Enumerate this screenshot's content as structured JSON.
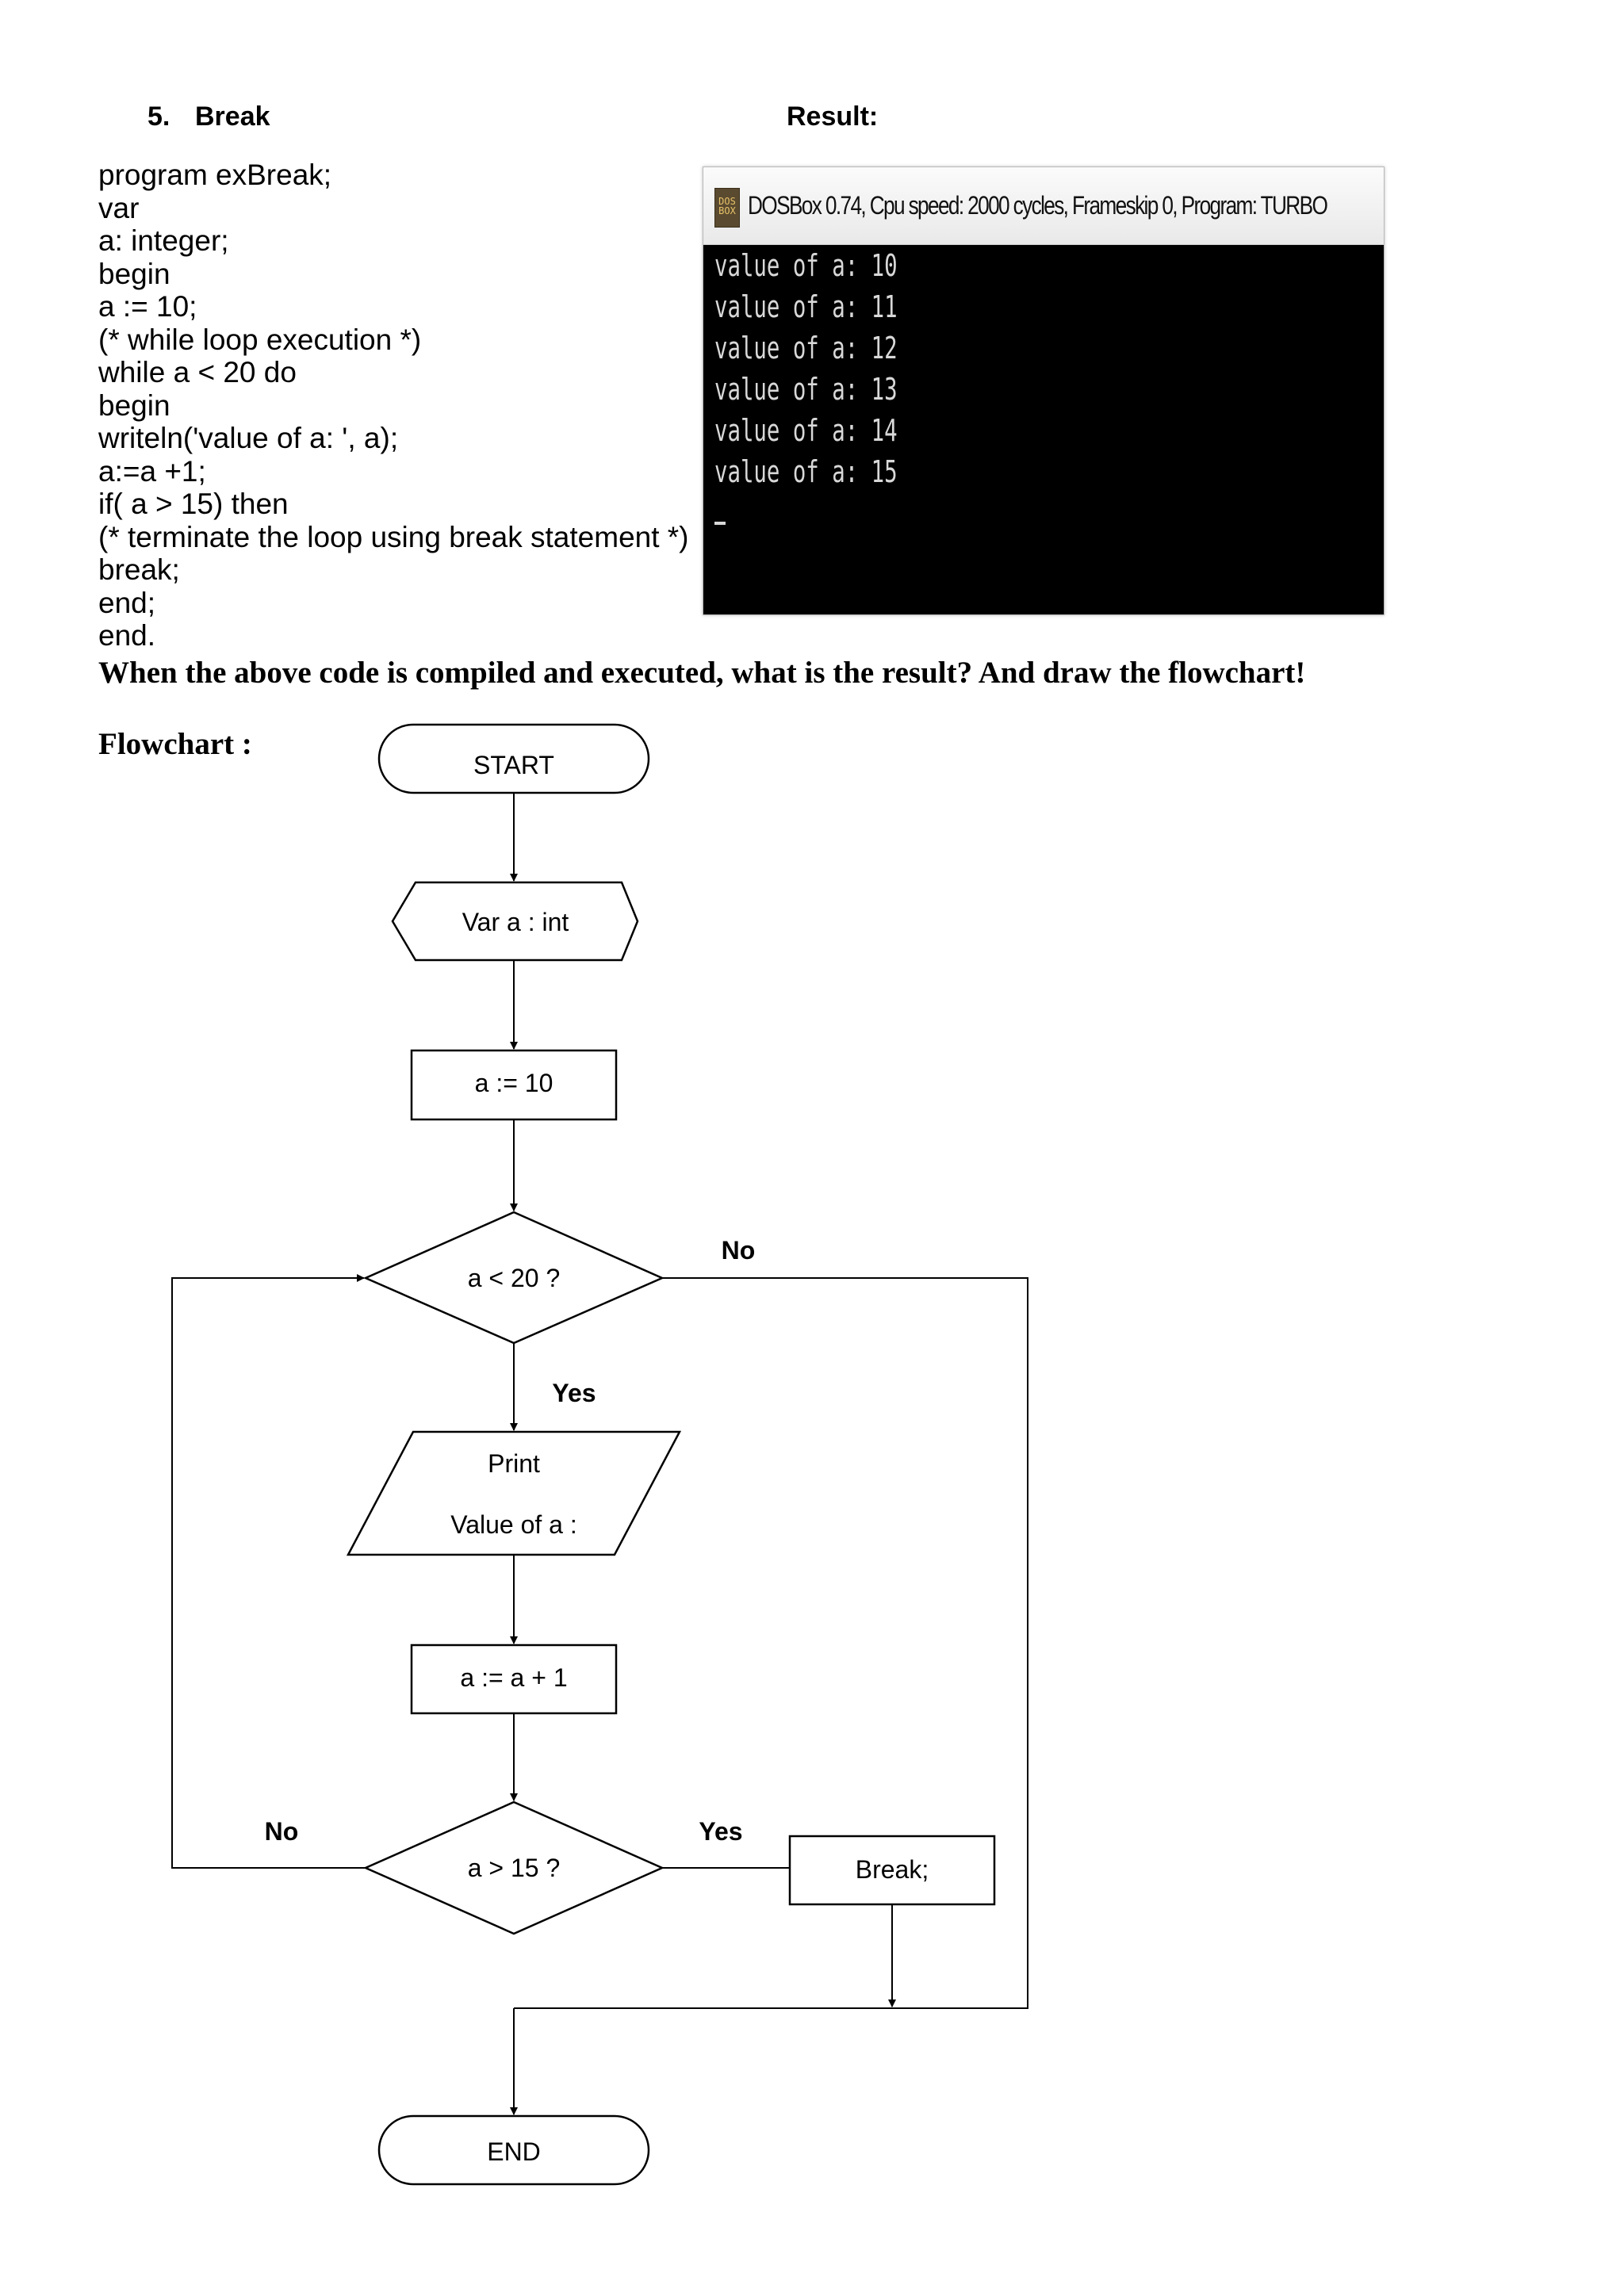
{
  "section": {
    "number": "5.",
    "title": "Break"
  },
  "result_label": "Result:",
  "code_lines": [
    "program exBreak;",
    "var",
    "a: integer;",
    "begin",
    "a := 10;",
    "(* while loop execution *)",
    "while a < 20 do",
    "begin",
    "writeln('value of a: ', a);",
    "a:=a +1;",
    "if( a > 15) then",
    "(* terminate the loop using break statement *)",
    "break;",
    "end;",
    "end."
  ],
  "dosbox": {
    "logo_text": "DOS BOX",
    "title": "DOSBox 0.74, Cpu speed:    2000 cycles, Frameskip  0, Program:   TURBO",
    "output_lines": [
      "value of a: 10",
      "value of a: 11",
      "value of a: 12",
      "value of a: 13",
      "value of a: 14",
      "value of a: 15"
    ],
    "colors": {
      "screen": "#000000",
      "text": "#d8d8d8"
    }
  },
  "question": "When the above code is compiled and executed, what is the result? And draw the flowchart!",
  "flowchart_heading": "Flowchart :",
  "flowchart": {
    "start": "START",
    "declare": "Var a : int",
    "init": "a := 10",
    "cond1": "a < 20 ?",
    "cond1_no": "No",
    "cond1_yes": "Yes",
    "print_line1": "Print",
    "print_line2": "Value of a :",
    "increment": "a := a + 1",
    "cond2": "a > 15 ?",
    "cond2_no": "No",
    "cond2_yes": "Yes",
    "break": "Break;",
    "end": "END"
  }
}
